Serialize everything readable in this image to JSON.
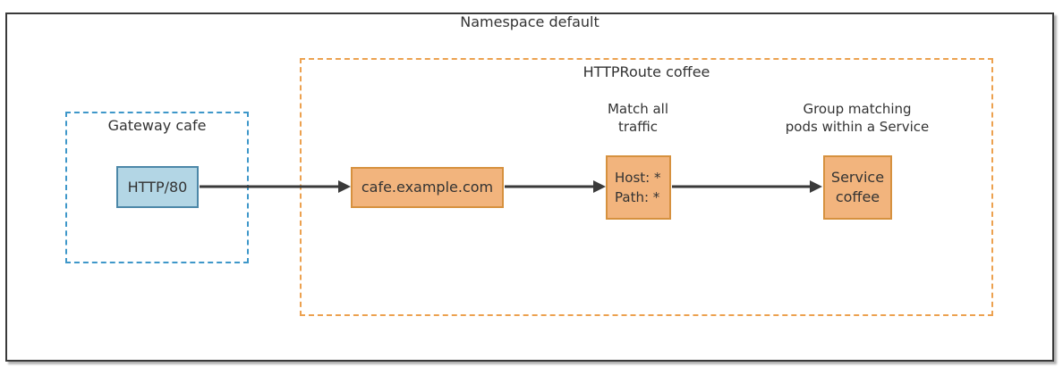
{
  "diagram": {
    "namespace_label": "Namespace default",
    "gateway": {
      "label": "Gateway cafe",
      "listener_label": "HTTP/80"
    },
    "httproute": {
      "label": "HTTPRoute coffee",
      "hostname_label": "cafe.example.com",
      "match_annotation": [
        "Match all",
        "traffic"
      ],
      "match_rules": [
        "Host: *",
        "Path: *"
      ],
      "backend_annotation": [
        "Group matching",
        "pods within a Service"
      ],
      "service_label": [
        "Service",
        "coffee"
      ]
    }
  },
  "colors": {
    "blue_fill": "#b3d6e5",
    "blue_stroke": "#4c87a8",
    "blue_dash": "#3e97c9",
    "orange_fill": "#f2b47d",
    "orange_stroke": "#d6913f",
    "orange_dash": "#eca14f",
    "arrow": "#3a3a3a",
    "text": "#333333",
    "frame": "#3a3a3a"
  }
}
